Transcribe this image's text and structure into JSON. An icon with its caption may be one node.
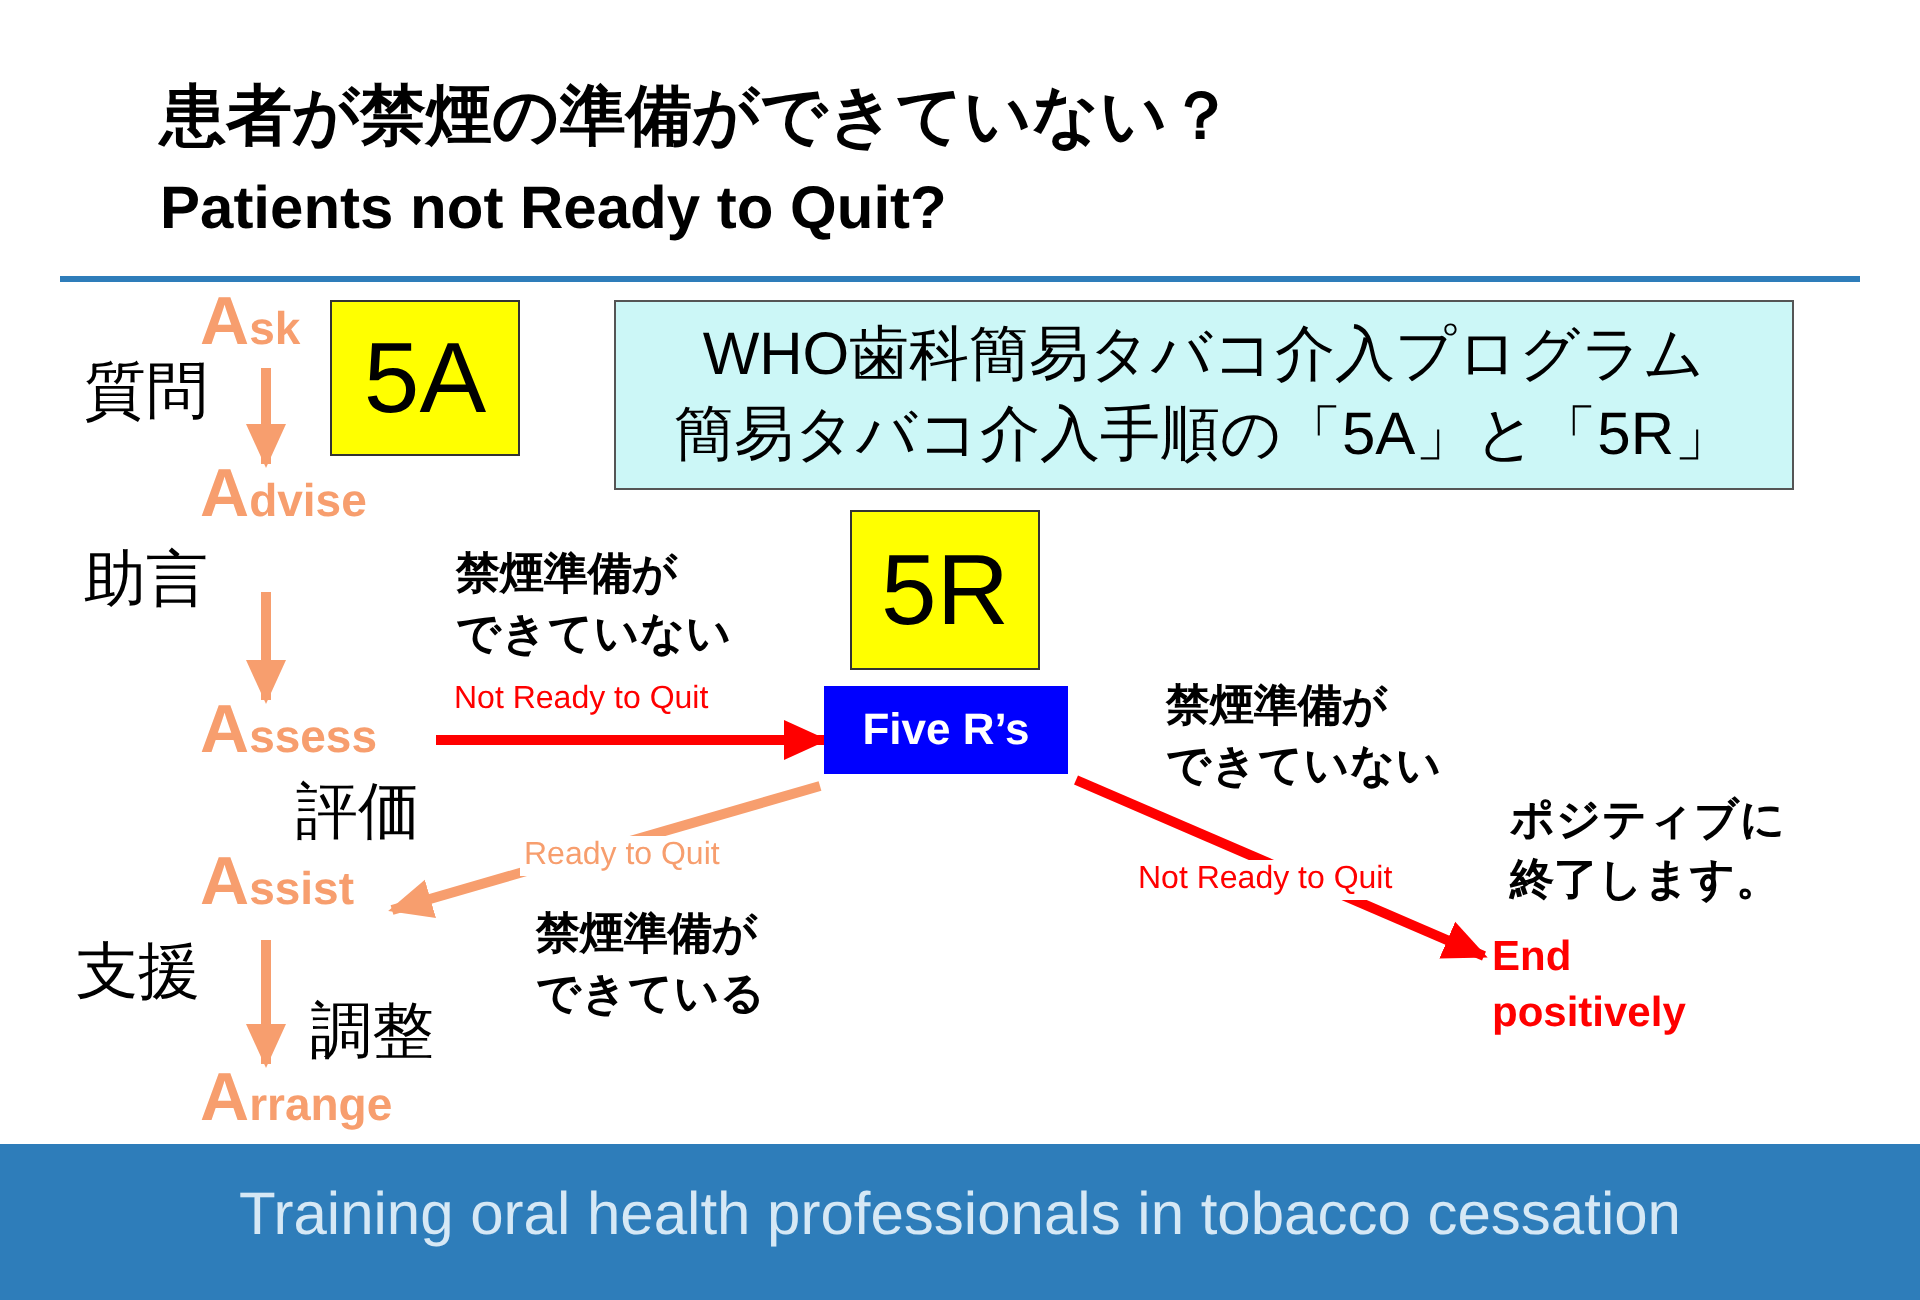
{
  "diagram": {
    "title": "患者が禁煙の準備ができていない？",
    "caption": "Training oral health professionals in tobacco cessation",
    "nodes": [
      {
        "text": [
          "Ask"
        ],
        "beside": [
          "質問"
        ]
      },
      {
        "text": [
          "5A"
        ]
      },
      {
        "text": [
          "WHO歯科簡易タバコ介入プログラム簡易タバコ介入手順の「5A」と「5R」"
        ]
      },
      {
        "text": [
          "Advise"
        ],
        "beside": [
          "助言"
        ]
      },
      {
        "text": [
          "5R"
        ]
      },
      {
        "text": [
          "Assess"
        ],
        "beside": [
          "評価"
        ]
      },
      {
        "text": [
          "Five R’s"
        ]
      },
      {
        "text": [
          "Assist"
        ],
        "beside": [
          "支援"
        ]
      },
      {
        "text": [
          "End positively"
        ]
      },
      {
        "text": [
          "Arrange"
        ],
        "beside": [
          "調整"
        ]
      }
    ],
    "edges": [
      {
        "from": 0,
        "to": 3,
        "arrow": "to"
      },
      {
        "from": 3,
        "to": 5,
        "arrow": "to"
      },
      {
        "from": 5,
        "to": 6,
        "arrow": "to",
        "label": "Not Ready to Quit",
        "color": "#ff0000"
      },
      {
        "from": 6,
        "to": 7,
        "arrow": "to",
        "label": "Ready to Quit"
      },
      {
        "from": 6,
        "to": 8,
        "arrow": "to",
        "label": "Not Ready to Quit",
        "color": "#ff0000"
      },
      {
        "from": 7,
        "to": 9,
        "arrow": "to"
      }
    ],
    "labels": [
      "Patients not Ready to Quit?",
      "禁煙準備ができていない",
      "禁煙準備ができていない",
      "ポジティブに終了します。",
      "禁煙準備ができている"
    ]
  }
}
